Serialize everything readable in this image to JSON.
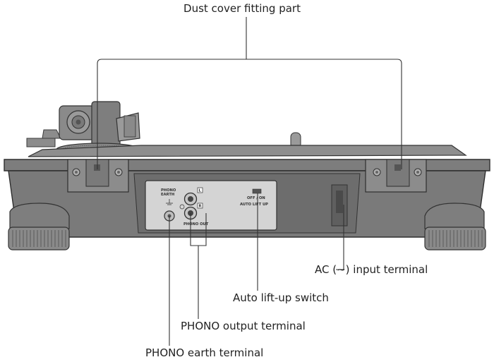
{
  "labels": {
    "dust_cover": "Dust cover fitting part",
    "ac_input": "AC (∼) input terminal",
    "auto_lift": "Auto lift-up switch",
    "phono_output": "PHONO output terminal",
    "phono_earth": "PHONO earth terminal"
  },
  "panel_text": {
    "phono_earth_1": "PHONO",
    "phono_earth_2": "EARTH",
    "phono_out": "PHONO OUT",
    "channel_l": "L",
    "channel_r": "R",
    "switch_on_off": "OFF / ON",
    "switch_caption": "AUTO LIFT UP"
  },
  "colors": {
    "body": "#8a8a8a",
    "body_dark": "#6e6e6e",
    "panel": "#d4d4d4",
    "line": "#333333"
  }
}
